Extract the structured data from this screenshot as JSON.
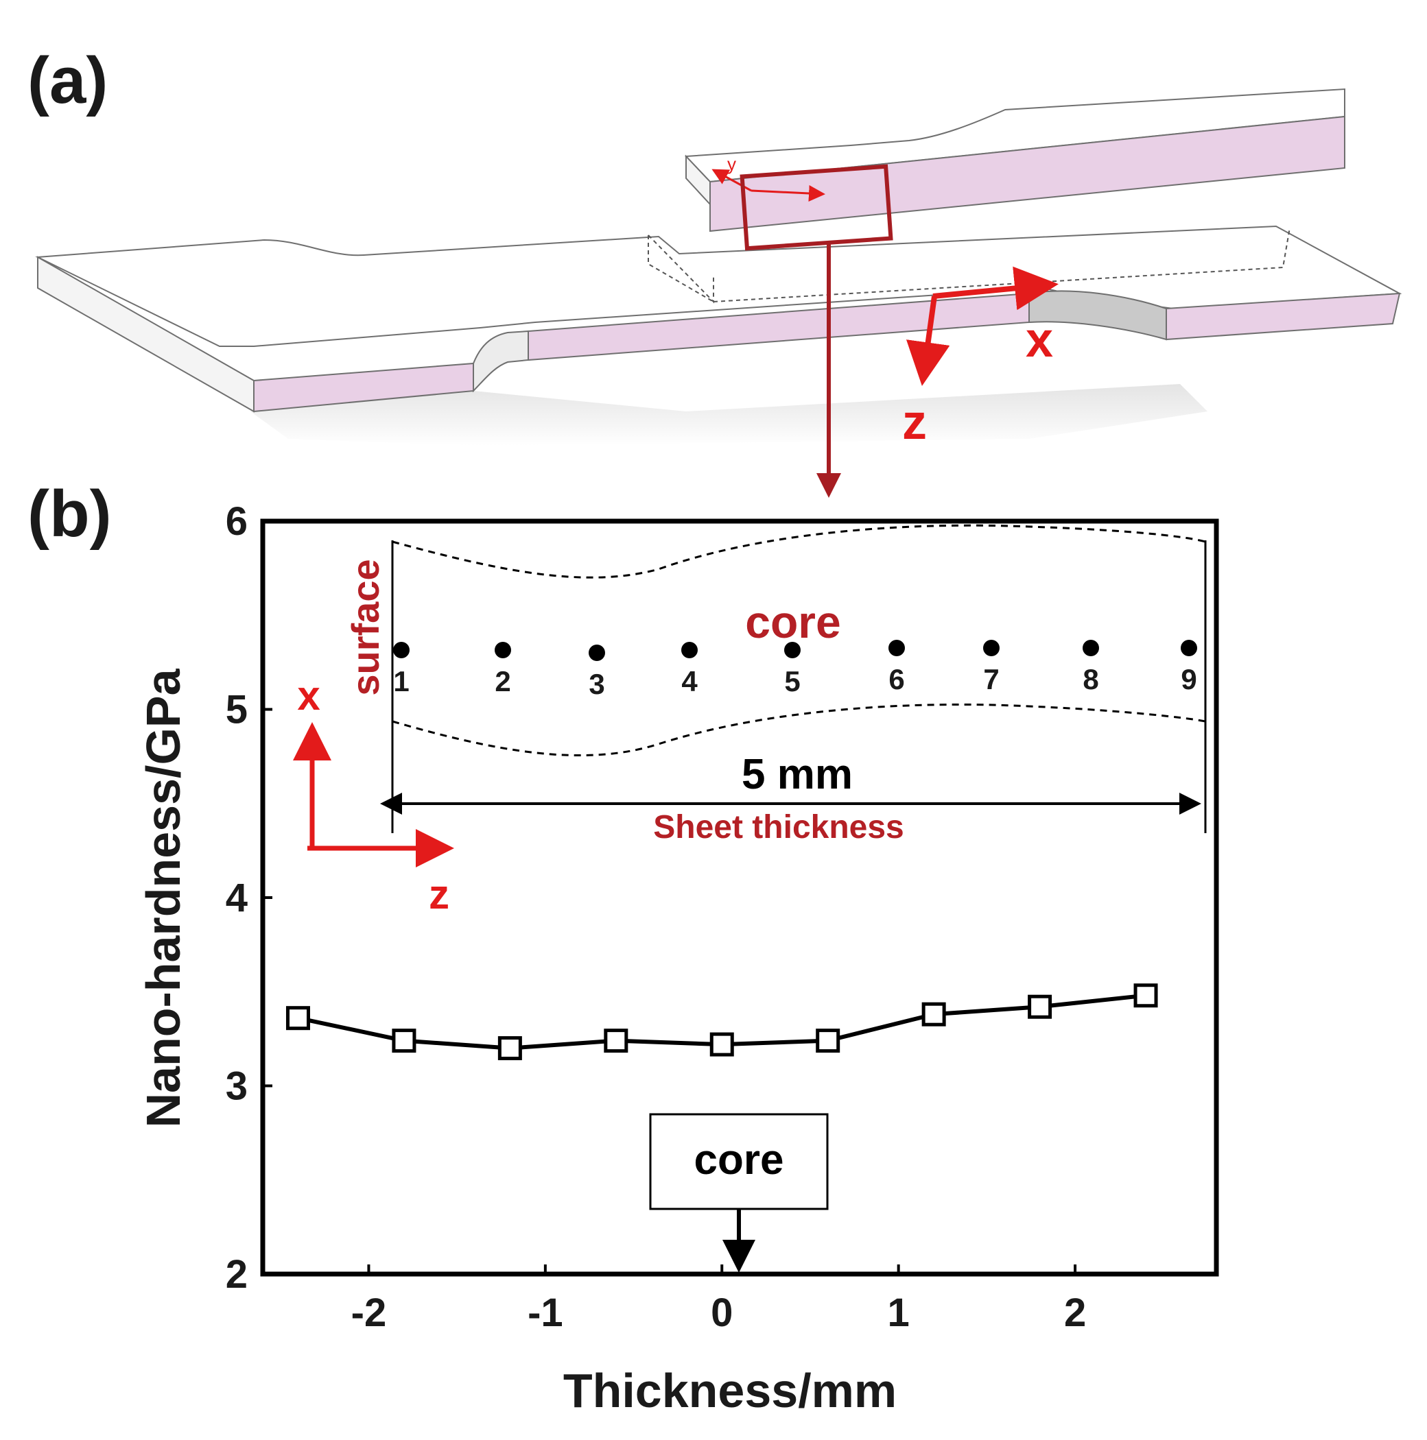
{
  "panel_labels": {
    "a": "(a)",
    "b": "(b)"
  },
  "diagram": {
    "axis_x": "x",
    "axis_z": "z",
    "axis_y": "y",
    "colors": {
      "accent": "#e31b1b",
      "frame": "#b42025",
      "face": "#e9d0e6",
      "outline": "#6f6f6f"
    }
  },
  "inset": {
    "surface_label": "surface",
    "core_label": "core",
    "thickness_value": "5 mm",
    "thickness_caption": "Sheet thickness",
    "axis_x": "x",
    "axis_z": "z",
    "point_labels": [
      "1",
      "2",
      "3",
      "4",
      "5",
      "6",
      "7",
      "8",
      "9"
    ],
    "label_color": "#b42025",
    "arrow_color": "#e31b1b"
  },
  "core_box_label": "core",
  "chart_data": {
    "type": "line",
    "xlabel": "Thickness/mm",
    "ylabel": "Nano-hardness/GPa",
    "xlim": [
      -2.6,
      2.8
    ],
    "ylim": [
      2,
      6
    ],
    "x_ticks": [
      -2,
      -1,
      0,
      1,
      2
    ],
    "x_tick_labels": [
      "-2",
      "-1",
      "0",
      "1",
      "2"
    ],
    "y_ticks": [
      2,
      3,
      4,
      5,
      6
    ],
    "y_tick_labels": [
      "2",
      "3",
      "4",
      "5",
      "6"
    ],
    "grid": false,
    "series": [
      {
        "marker": "open-square",
        "color": "#000000",
        "x": [
          -2.4,
          -1.8,
          -1.2,
          -0.6,
          0,
          0.6,
          1.2,
          1.8,
          2.4
        ],
        "y": [
          3.36,
          3.24,
          3.2,
          3.24,
          3.22,
          3.24,
          3.38,
          3.42,
          3.48
        ]
      }
    ]
  }
}
